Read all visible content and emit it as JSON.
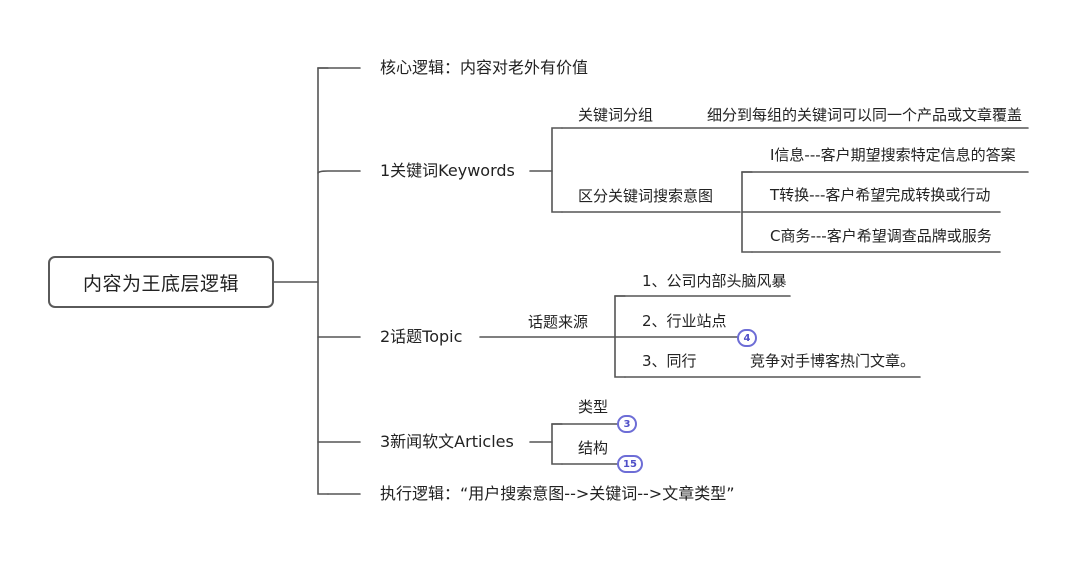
{
  "root": "内容为王底层逻辑",
  "branches": {
    "core": "核心逻辑：内容对老外有价值",
    "keywords": {
      "label": "1关键词Keywords",
      "group": "关键词分组",
      "group_detail": "细分到每组的关键词可以同一个产品或文章覆盖",
      "intent": "区分关键词搜索意图",
      "intent_items": [
        "I信息---客户期望搜索特定信息的答案",
        "T转换---客户希望完成转换或行动",
        "C商务---客户希望调查品牌或服务"
      ]
    },
    "topic": {
      "label": "2话题Topic",
      "source": "话题来源",
      "items": [
        "1、公司内部头脑风暴",
        "2、行业站点",
        "3、同行"
      ],
      "peer_detail": "竞争对手博客热门文章。",
      "badge": "4"
    },
    "articles": {
      "label": "3新闻软文Articles",
      "type_label": "类型",
      "type_badge": "3",
      "structure_label": "结构",
      "structure_badge": "15"
    },
    "execution": "执行逻辑：“用户搜索意图-->关键词-->文章类型”"
  },
  "colors": {
    "line": "#555555",
    "badge_border": "#6d6dd6",
    "badge_text": "#5050c8"
  }
}
